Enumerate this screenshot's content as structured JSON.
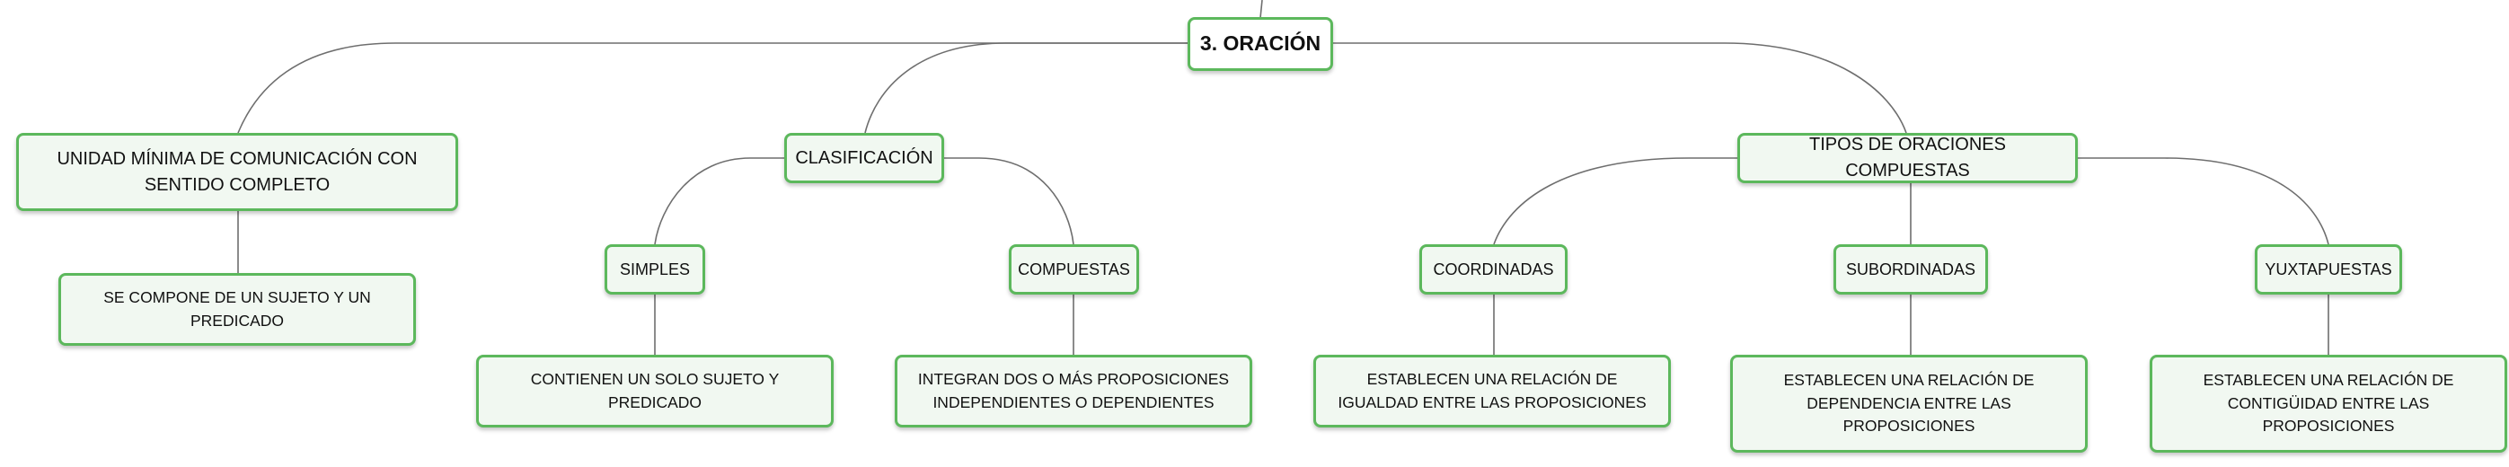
{
  "root": {
    "label": "3. ORACIÓN"
  },
  "definition": {
    "label": "UNIDAD MÍNIMA DE COMUNICACIÓN CON SENTIDO COMPLETO",
    "detail": "SE COMPONE DE UN SUJETO Y UN PREDICADO"
  },
  "classification": {
    "label": "CLASIFICACIÓN",
    "simple": {
      "label": "SIMPLES",
      "detail": "CONTIENEN UN SOLO SUJETO Y PREDICADO"
    },
    "compound": {
      "label": "COMPUESTAS",
      "detail": "INTEGRAN DOS O MÁS PROPOSICIONES INDEPENDIENTES O DEPENDIENTES"
    }
  },
  "compound_types": {
    "label": "TIPOS DE ORACIONES COMPUESTAS",
    "coordinated": {
      "label": "COORDINADAS",
      "detail": "ESTABLECEN UNA RELACIÓN DE IGUALDAD ENTRE LAS PROPOSICIONES"
    },
    "subordinated": {
      "label": "SUBORDINADAS",
      "detail": "ESTABLECEN UNA RELACIÓN DE DEPENDENCIA ENTRE LAS PROPOSICIONES"
    },
    "juxtaposed": {
      "label": "YUXTAPUESTAS",
      "detail": "ESTABLECEN UNA RELACIÓN DE CONTIGÜIDAD ENTRE LAS PROPOSICIONES"
    }
  }
}
